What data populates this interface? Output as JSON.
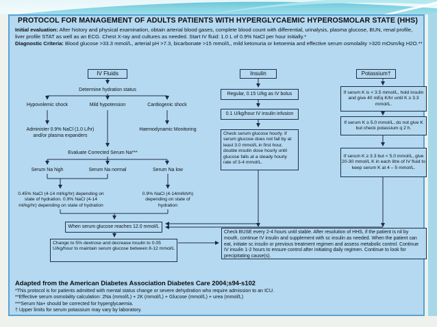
{
  "slide": {
    "title": "PROTOCOL FOR MANAGEMENT OF ADULTS PATIENTS WITH HYPERGLYCAEMIC HYPEROSMOLAR STATE (HHS)",
    "intro": {
      "initial_label": "Initial evaluation:",
      "initial_text": " After history and physical examination, obtain arterial blood gases, complete blood count with differential, urinalysis, plasma glucose, BUN, renal profile, liver profile STAT as well as an ECG. Chest X-ray and cultures as needed. Start IV fluid: 1.0 L of 0.9% NaCl per hour initially.*",
      "criteria_label": "Diagnostic Criteria:",
      "criteria_text": " Blood glucose >33.3 mmol/L, arterial pH >7.3, bicarbonate >15 mmol/L, mild ketonuria or ketoemia and effective serum osmolality >320 mOsm/kg H2O.**"
    },
    "flow": {
      "iv_fluids_header": "IV Fluids",
      "insulin_header": "Insulin",
      "potassium_header": "Potassium†",
      "determine_hydration": "Determine hydration status",
      "hypovolemic": "Hypovolemic shock",
      "mild_hypotension": "Mild hypotension",
      "cardiogenic": "Cardiogenic shock",
      "administer": "Administer 0.9% NaCl (1.0 L/hr) and/or plasma expanders",
      "haemodynamic": "Haemodynamic Monitoring",
      "evaluate_na": "Evaluate Corrected Serum Na***",
      "na_high": "Serum Na high",
      "na_normal": "Serum Na normal",
      "na_low": "Serum Na low",
      "nacl_045": "0.45% NaCl (4-14 ml/kg/hr) depending on state of hydration. 0.9% NaCl (4-14 ml/kg/hr) depending on state of hydration",
      "nacl_09": "0.9% NaCl (4-14ml/kh/h) depending on state of hydration",
      "glucose_12": "When serum glucose reaches 12.0 mmol/L",
      "dextrose": "Change to 5% dextrose and decrease insulin to 0.05 U/kg/hour to maintain serum glucose between 8-12 mmol/L",
      "insulin_bolus": "Regular, 0.15 U/kg as IV bolus",
      "insulin_infusion": "0.1 U/kg/hour IV insulin infusion",
      "insulin_check": "Check serum glucose hourly. If serum glucose does not fall by at least 3.0 mmol/L in first hour, double insulin dose hourly until glucose falls at a steady hourly rate of 3-4 mmol/L.",
      "k_low": "If serum K is < 3.5 mmol/L, hold insulin and give 40 mEq K/hr until K ≥ 3.3 mmol/L.",
      "k_high": "If serum K ≥ 5.0 mmol/L, do not give K but check potassium q 2 h.",
      "k_mid": "If serum K ≥ 3.3 but < 5.0 mmol/L, give 20-30 mmol/L K in each litre of IV fluid to keep serum K at 4 – 5 mmol/L.",
      "buse": "Check BUSE every 2-4 hours until stable. After resolution of HHS, if the patient is nil by mouth, continue IV insulin and supplement with sc insulin as needed. When the patient can eat, initiate sc insulin or previous treatment regimen and assess metabolic control. Continue IV insulin 1-2 hours to ensure control after initiating daily regimen. Continue to look for precipitating cause(s)."
    },
    "footer": {
      "source": "Adapted from the American Diabetes Association Diabetes Care 2004;s94-s102",
      "notes": [
        "*This protocol is for patients admitted with mental status change or severe dehydration who require admission to an ICU.",
        "**Effective serum osmolality calculation:  2Na (mmol/L) + 2K (mmol/L) + Glucose (mmol/L) + urea (mmol/L)",
        "***Serum Na+ should be corrected for hyperglycaemia.",
        "† Upper limits for serum potassium may vary by laboratory."
      ]
    },
    "colors": {
      "panel_background": "#b4d9f0",
      "panel_border": "#57a0d4",
      "top_band": "#7fd0df",
      "line_color": "#1e2b49"
    }
  }
}
